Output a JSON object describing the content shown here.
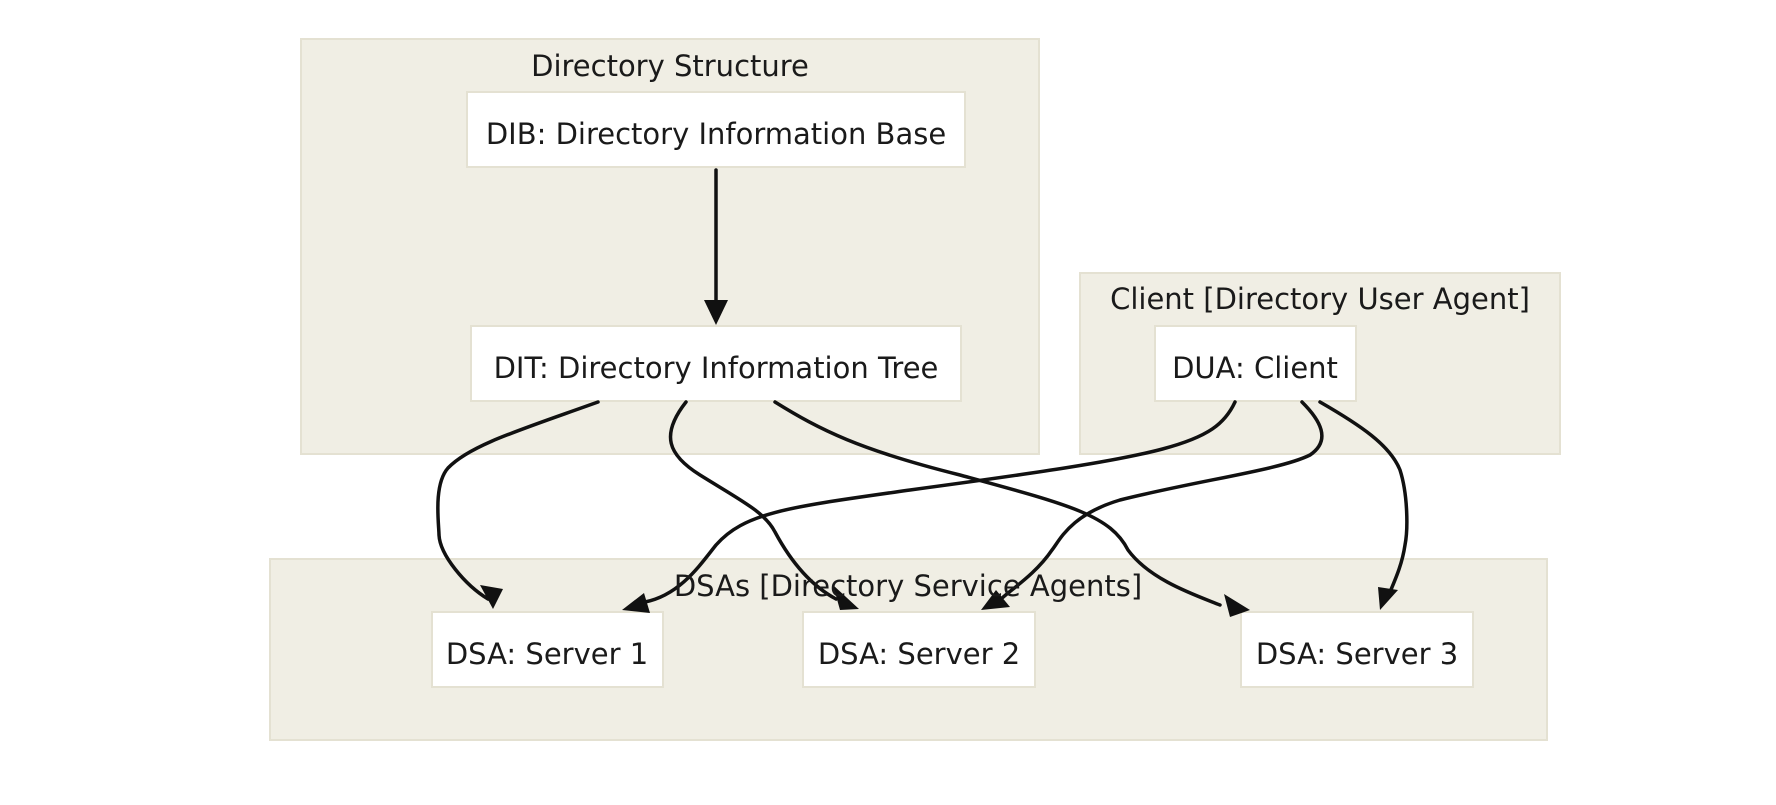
{
  "clusters": {
    "directory_structure": {
      "title": "Directory Structure"
    },
    "client": {
      "title": "Client [Directory User Agent]"
    },
    "dsas": {
      "title": "DSAs [Directory Service Agents]"
    }
  },
  "nodes": {
    "dib": {
      "label": "DIB: Directory Information Base"
    },
    "dit": {
      "label": "DIT: Directory Information Tree"
    },
    "dua": {
      "label": "DUA: Client"
    },
    "dsa1": {
      "label": "DSA: Server 1"
    },
    "dsa2": {
      "label": "DSA: Server 2"
    },
    "dsa3": {
      "label": "DSA: Server 3"
    }
  },
  "edges": [
    {
      "from": "dib",
      "to": "dit"
    },
    {
      "from": "dit",
      "to": "dsa1"
    },
    {
      "from": "dit",
      "to": "dsa2"
    },
    {
      "from": "dit",
      "to": "dsa3"
    },
    {
      "from": "dua",
      "to": "dsa1"
    },
    {
      "from": "dua",
      "to": "dsa2"
    },
    {
      "from": "dua",
      "to": "dsa3"
    }
  ],
  "colors": {
    "cluster_fill": "#f0eee4",
    "cluster_border": "#e4e1d2",
    "node_fill": "#ffffff",
    "edge": "#111111",
    "text": "#1a1a1a"
  }
}
